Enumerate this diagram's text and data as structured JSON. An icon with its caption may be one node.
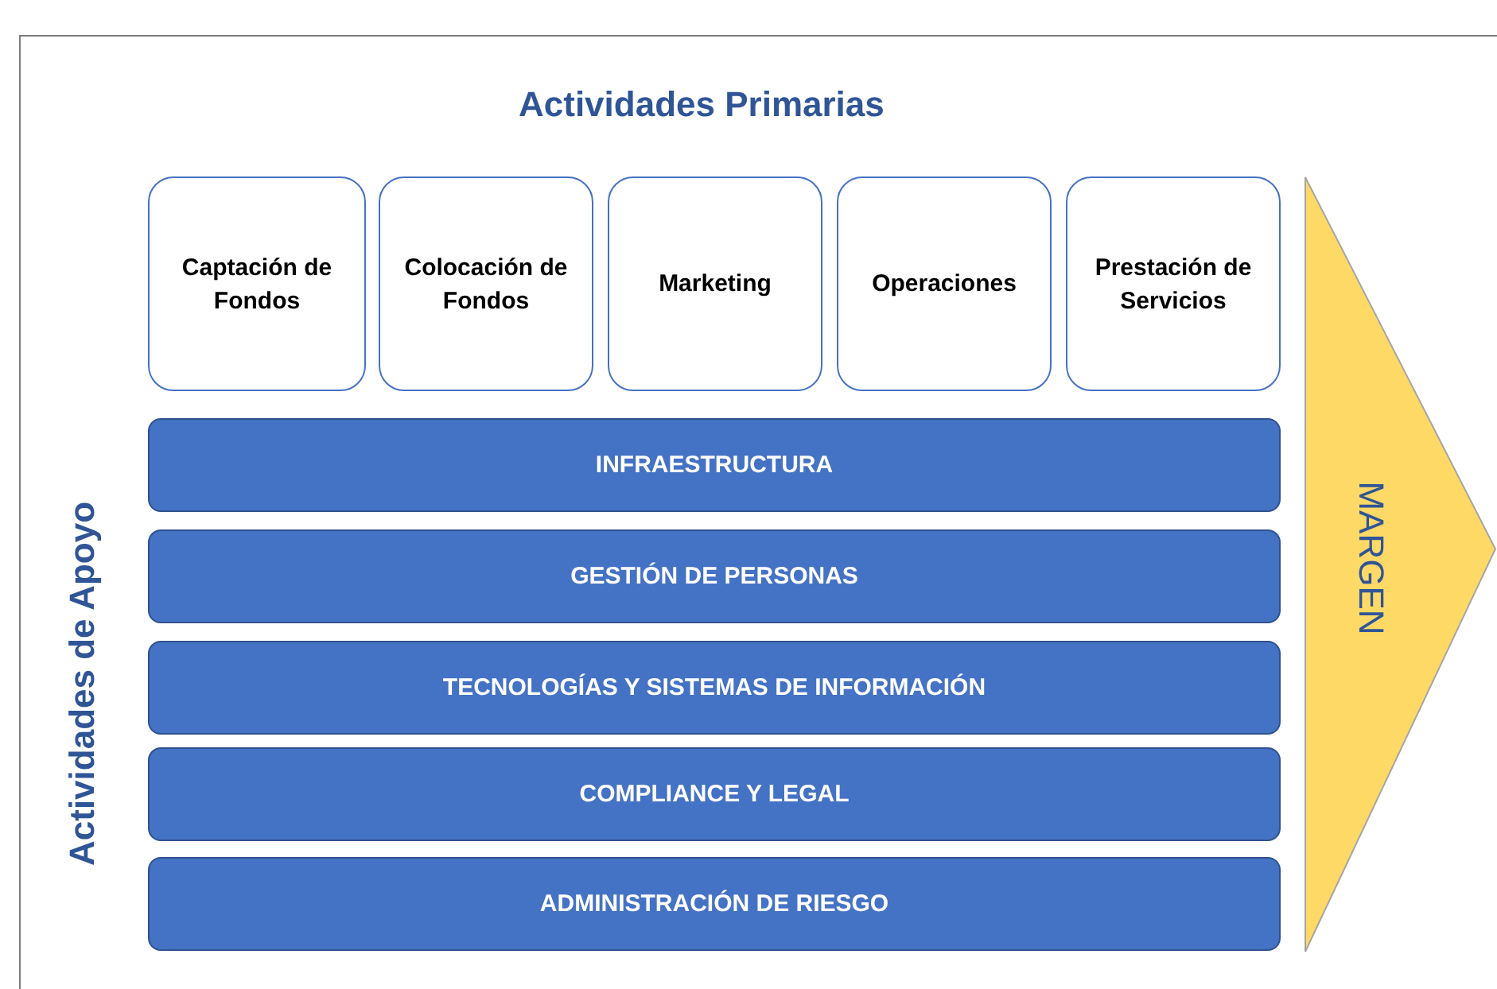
{
  "diagram": {
    "title": "Actividades Primarias",
    "nodes": [
      {
        "text": [
          "Captación de Fondos"
        ]
      },
      {
        "text": [
          "Colocación de Fondos"
        ]
      },
      {
        "text": [
          "Marketing"
        ]
      },
      {
        "text": [
          "Operaciones"
        ]
      },
      {
        "text": [
          "Prestación de Servicios"
        ]
      },
      {
        "text": [
          "INFRAESTRUCTURA"
        ]
      },
      {
        "text": [
          "GESTIÓN DE PERSONAS"
        ]
      },
      {
        "text": [
          "TECNOLOGÍAS Y SISTEMAS DE INFORMACIÓN"
        ]
      },
      {
        "text": [
          "COMPLIANCE Y LEGAL"
        ]
      },
      {
        "text": [
          "ADMINISTRACIÓN DE RIESGO"
        ]
      },
      {
        "text": [
          "MARGEN"
        ]
      }
    ],
    "labels": [
      "Actividades de Apoyo"
    ]
  }
}
